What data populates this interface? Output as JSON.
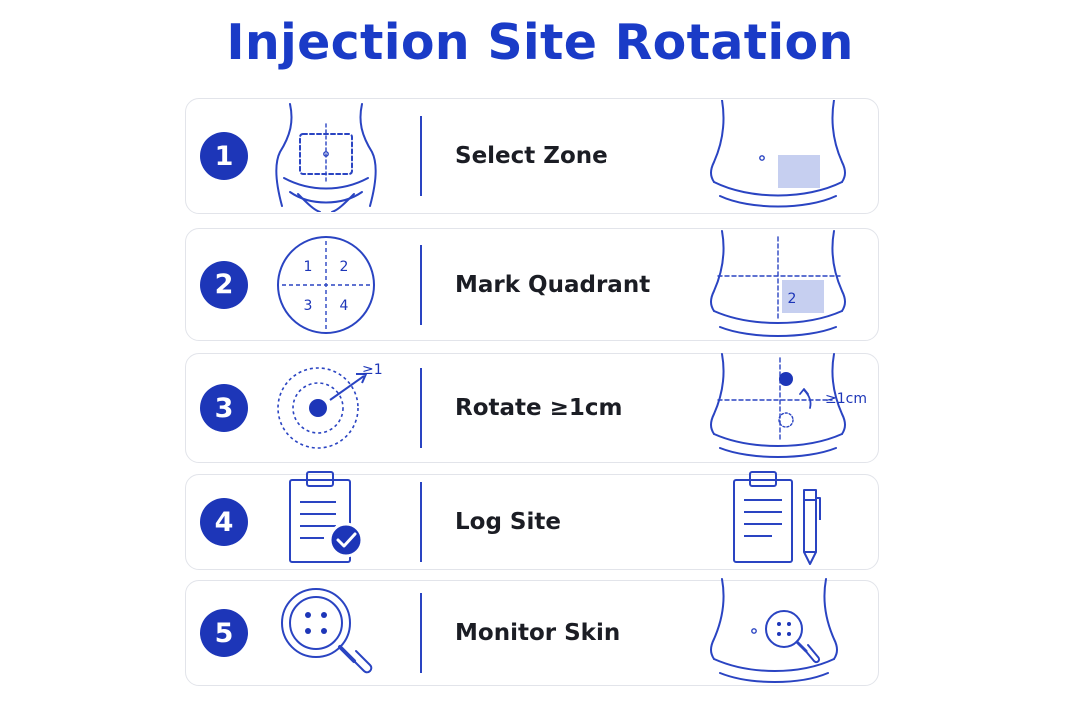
{
  "title": "Injection Site Rotation",
  "colors": {
    "primary": "#1d36b8",
    "line": "#2a44c2",
    "highlight": "#c6cff0",
    "card_border": "#e2e4ea",
    "text": "#1b1d24"
  },
  "steps": [
    {
      "number": "1",
      "label": "Select Zone",
      "left_icon": "abdomen-zone-outline-icon",
      "right_icon": "abdomen-highlighted-zone-icon"
    },
    {
      "number": "2",
      "label": "Mark Quadrant",
      "left_icon": "quadrant-circle-icon",
      "right_icon": "abdomen-quadrant-icon",
      "quadrant_labels": [
        "1",
        "2",
        "3",
        "4"
      ],
      "highlighted_quadrant": "2"
    },
    {
      "number": "3",
      "label": "Rotate ≥1cm",
      "left_icon": "target-rings-icon",
      "right_icon": "abdomen-rotation-icon",
      "distance_label": "≥1cm"
    },
    {
      "number": "4",
      "label": "Log Site",
      "left_icon": "clipboard-check-icon",
      "right_icon": "clipboard-pen-icon"
    },
    {
      "number": "5",
      "label": "Monitor Skin",
      "left_icon": "magnifier-skin-icon",
      "right_icon": "abdomen-magnifier-icon"
    }
  ]
}
